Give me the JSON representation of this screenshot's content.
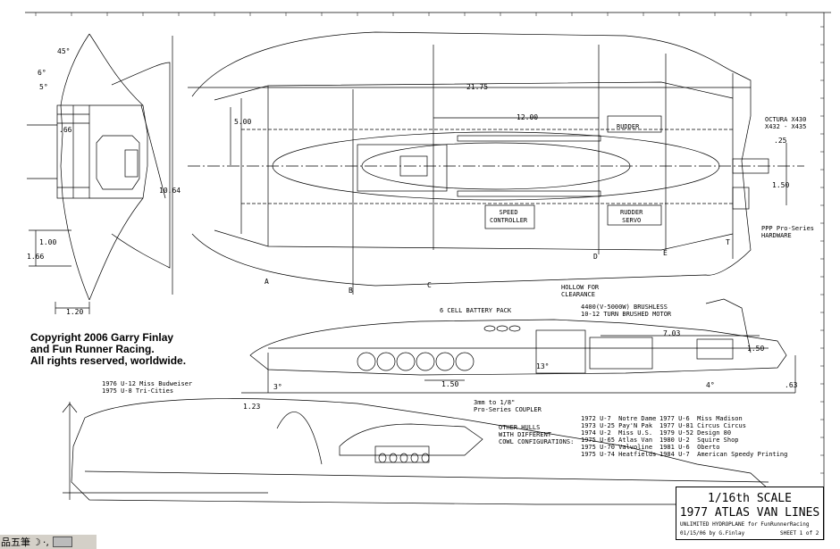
{
  "copyright": "Copyright 2006 Garry Finlay\nand Fun Runner Racing.\nAll rights reserved, worldwide.",
  "dimensions": {
    "overall_length": "21.75",
    "length_12": "12.00",
    "width": "10.64",
    "depth_500": "5.00",
    "side_1_50": "1.50",
    "angle_45": "45°",
    "angle_6": "6°",
    "angle_5": "5°",
    "front_66": ".66",
    "front_100": "1.00",
    "front_166": "1.66",
    "front_120": "1.20",
    "right_25": ".25",
    "right_150": "1.50",
    "profile_703": "7.03",
    "profile_150a": "1.50",
    "profile_150b": "1.50",
    "profile_3": "3°",
    "profile_123": "1.23",
    "profile_13": "13°",
    "profile_4": "4°",
    "profile_63": ".63"
  },
  "labels": {
    "octura": "OCTURA X430\nX432 - X435",
    "rudder_top": "RUDDER",
    "speed_control": "SPEED\nCONTROLLER",
    "rudder_servo": "RUDDER\nSERVO",
    "ppp": "PPP Pro-Series\nHARDWARE",
    "hollow_for": "HOLLOW FOR\nCLEARANCE",
    "brushless": "4400(V-5000W) BRUSHLESS\n10-12 TURN BRUSHED MOTOR",
    "battery": "6 CELL BATTERY PACK",
    "coupler": "3mm to 1/8\"\nPro-Series COUPLER",
    "bulkhead_b": "B",
    "bulkhead_c": "C",
    "bulkhead_d": "D",
    "bulkhead_e": "E",
    "bulkhead_t": "T",
    "bulkhead_a": "A"
  },
  "hulls": {
    "note_top": "1976 U-12 Miss Budweiser\n1975 U-8 Tri-Cities",
    "other": "OTHER HULLS\nWITH DIFFERENT\nCOWL CONFIGURATIONS:",
    "list_a": "1972 U-7  Notre Dame\n1973 U-25 Pay'N Pak\n1974 U-2  Miss U.S.\n1975 U-65 Atlas Van\n1975 U-70 Valvoline\n1975 U-74 Heatfields",
    "list_b": "1977 U-6  Miss Madison\n1977 U-81 Circus Circus\n1979 U-52 Design 80\n1980 U-2  Squire Shop\n1981 U-6  Oberto\n1984 U-7  American Speedy Printing"
  },
  "title_block": {
    "scale": "1/16th SCALE",
    "name": "1977 ATLAS VAN LINES",
    "subtitle": "UNLIMITED HYDROPLANE for FunRunnerRacing",
    "date": "01/15/06 by G.Finlay",
    "sheet": "SHEET 1 of 2"
  },
  "taskbar": {
    "ime_label": "品五筆",
    "moon_icon": "☽",
    "punct": "·,"
  }
}
